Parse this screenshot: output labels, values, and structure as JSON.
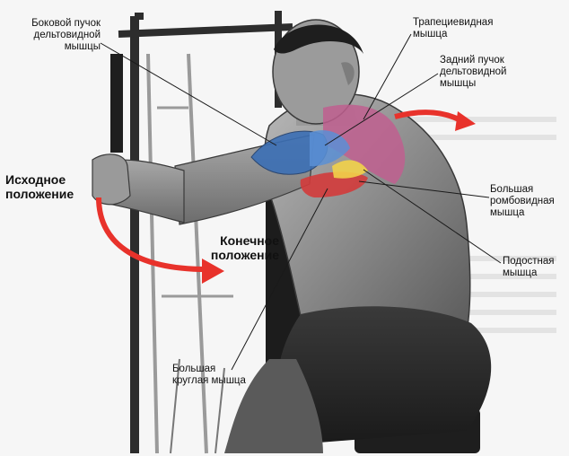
{
  "labels": {
    "lateral_deltoid": "Боковой пучок\nдельтовидной\nмышцы",
    "trapezius": "Трапециевидная\nмышца",
    "posterior_deltoid": "Задний пучок\nдельтовидной\nмышцы",
    "rhomboid_major": "Большая\nромбовидная\nмышца",
    "infraspinatus": "Подостная\nмышца",
    "teres_major": "Большая\nкруглая мышца",
    "start_position": "Исходное\nположение",
    "end_position": "Конечное\nположение"
  },
  "colors": {
    "arrow": "#e8322b",
    "deltoid": "#3b6fb5",
    "trapezius": "#c05f8f",
    "rhomboid": "#d33b3b",
    "infraspinatus": "#f2d14a"
  }
}
